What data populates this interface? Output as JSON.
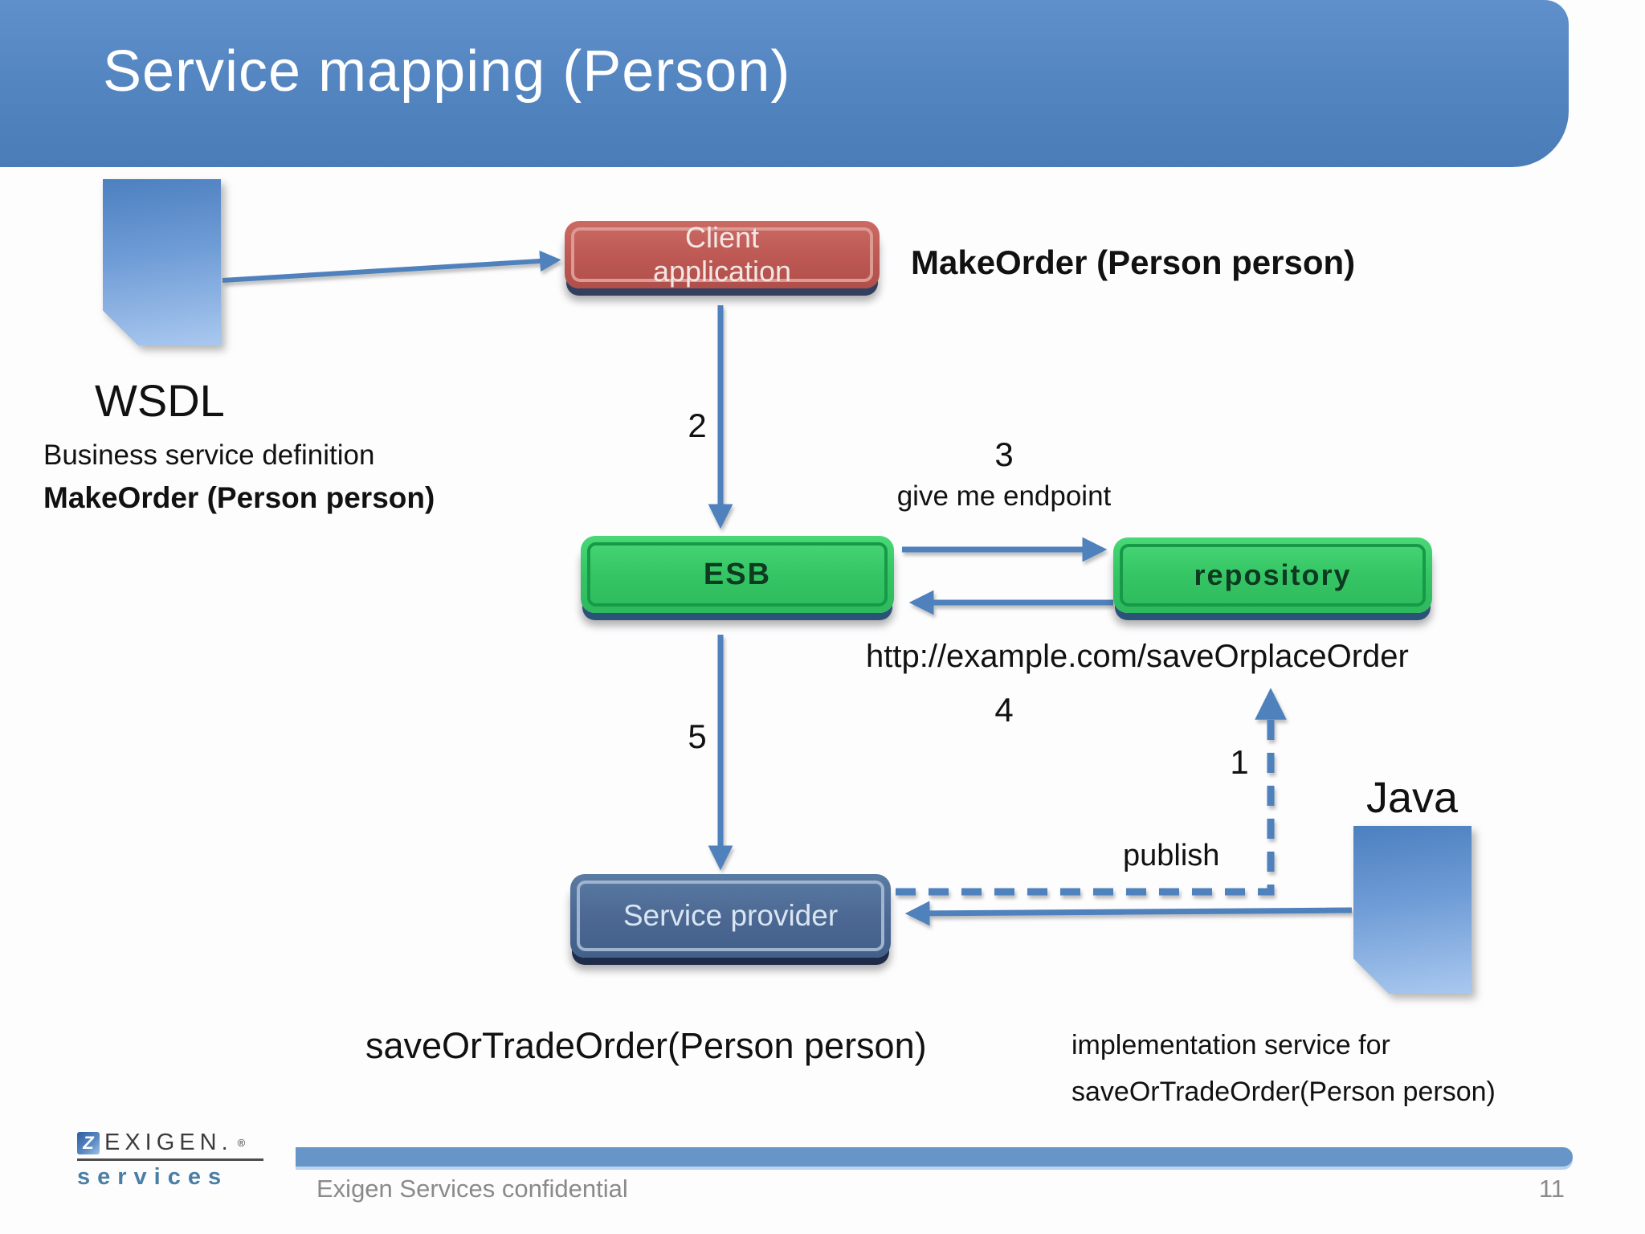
{
  "header": {
    "title": "Service mapping (Person)"
  },
  "diagram": {
    "wsdl": {
      "icon": "document-icon",
      "label": "WSDL",
      "line1": "Business service definition",
      "line2": "MakeOrder (Person person)"
    },
    "client_annotation": "MakeOrder (Person person)",
    "boxes": {
      "client": "Client application",
      "esb": "ESB",
      "repository": "repository",
      "service_provider": "Service provider"
    },
    "java": {
      "icon": "document-icon",
      "label": "Java"
    },
    "steps": {
      "s1": "1",
      "s2": "2",
      "s3": "3",
      "s4": "4",
      "s5": "5"
    },
    "labels": {
      "give_me_endpoint": "give me endpoint",
      "endpoint_url": "http://example.com/saveOrplaceOrder",
      "publish": "publish",
      "save_or_trade": "saveOrTradeOrder(Person person)",
      "impl_line1": "implementation service for",
      "impl_line2": "saveOrTradeOrder(Person person)"
    }
  },
  "footer": {
    "logo": {
      "name": "EXIGEN.",
      "reg": "®",
      "services": "services"
    },
    "confidential": "Exigen Services confidential",
    "page_number": "11"
  },
  "colors": {
    "banner_blue": "#5284C0",
    "arrow_blue": "#4F81BD",
    "box_red": "#BD5853",
    "box_green": "#35C565",
    "box_navy": "#4B6792",
    "doc_icon_blue": "#6F9CD6",
    "footer_bar_blue": "#6795C7",
    "footer_text_gray": "#8A8A8A"
  }
}
